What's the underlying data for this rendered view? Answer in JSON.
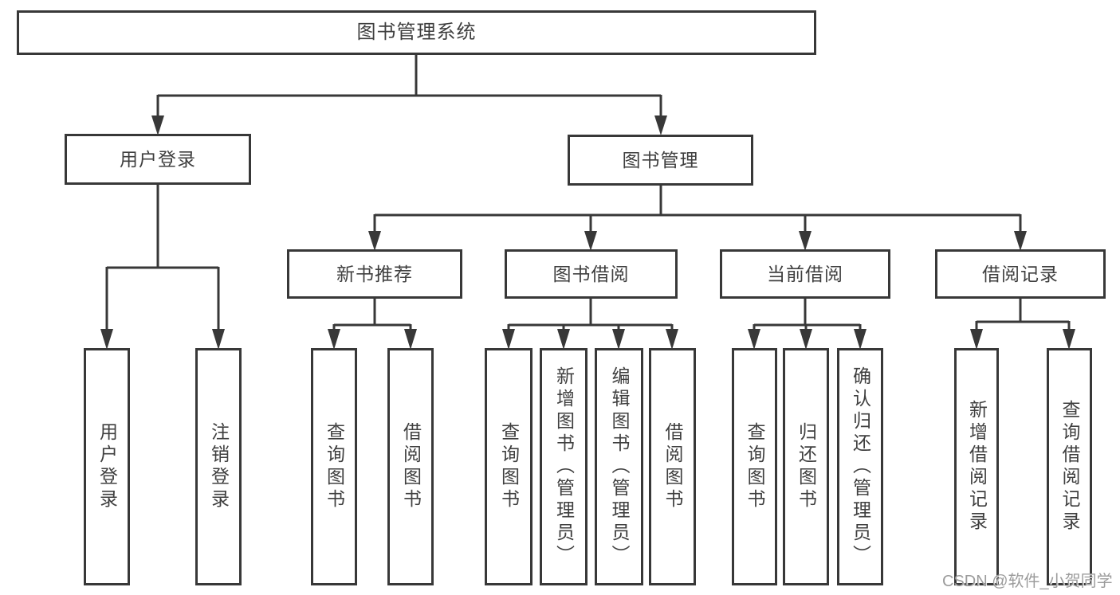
{
  "diagram": {
    "title": "图书管理系统",
    "tree": {
      "root": {
        "label": "图书管理系统"
      },
      "branches": [
        {
          "label": "用户登录",
          "children": [
            {
              "label": "用户登录"
            },
            {
              "label": "注销登录"
            }
          ]
        },
        {
          "label": "图书管理",
          "children": [
            {
              "label": "新书推荐",
              "children": [
                {
                  "label": "查询图书"
                },
                {
                  "label": "借阅图书"
                }
              ]
            },
            {
              "label": "图书借阅",
              "children": [
                {
                  "label": "查询图书"
                },
                {
                  "label": "新增图书（管理员）"
                },
                {
                  "label": "编辑图书（管理员）"
                },
                {
                  "label": "借阅图书"
                }
              ]
            },
            {
              "label": "当前借阅",
              "children": [
                {
                  "label": "查询图书"
                },
                {
                  "label": "归还图书"
                },
                {
                  "label": "确认归还（管理员）"
                }
              ]
            },
            {
              "label": "借阅记录",
              "children": [
                {
                  "label": "新增借阅记录"
                },
                {
                  "label": "查询借阅记录"
                }
              ]
            }
          ]
        }
      ]
    }
  },
  "watermark": {
    "text": "CSDN @软件_小贺同学"
  },
  "colors": {
    "line": "#383838",
    "box_border": "#383838",
    "text": "#3f3f3f",
    "watermark": "#9c9c9c",
    "background": "#ffffff"
  }
}
